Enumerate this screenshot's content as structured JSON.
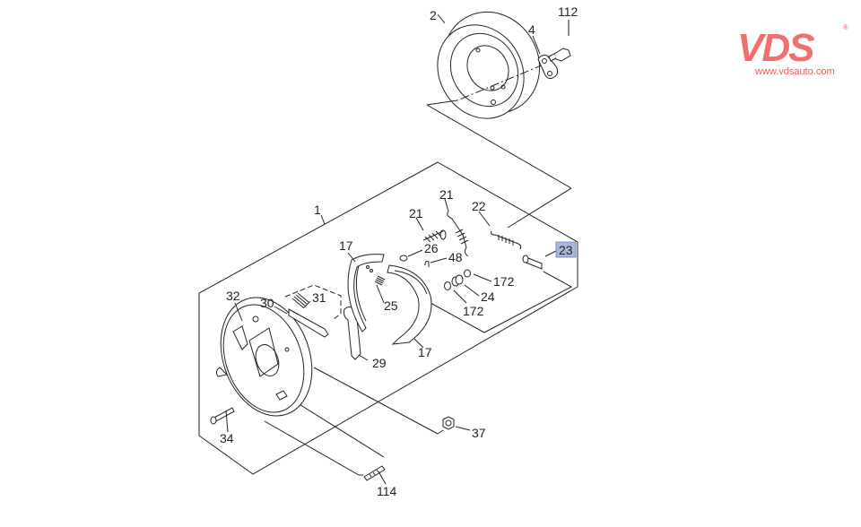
{
  "logo": {
    "brand": "VDS",
    "registered_mark": "®",
    "url": "www.vdsauto.com",
    "color": "#f07070"
  },
  "diagram": {
    "highlight_color": "#aab6dc",
    "callouts": [
      {
        "id": "c2",
        "text": "2"
      },
      {
        "id": "c4",
        "text": "4"
      },
      {
        "id": "c112",
        "text": "112"
      },
      {
        "id": "c1",
        "text": "1"
      },
      {
        "id": "c21a",
        "text": "21"
      },
      {
        "id": "c21b",
        "text": "21"
      },
      {
        "id": "c22",
        "text": "22"
      },
      {
        "id": "c23",
        "text": "23",
        "highlighted": true
      },
      {
        "id": "c17a",
        "text": "17"
      },
      {
        "id": "c26",
        "text": "26"
      },
      {
        "id": "c48",
        "text": "48"
      },
      {
        "id": "c172a",
        "text": "172"
      },
      {
        "id": "c24",
        "text": "24"
      },
      {
        "id": "c172b",
        "text": "172"
      },
      {
        "id": "c25",
        "text": "25"
      },
      {
        "id": "c31",
        "text": "31"
      },
      {
        "id": "c30",
        "text": "30"
      },
      {
        "id": "c32",
        "text": "32"
      },
      {
        "id": "c29",
        "text": "29"
      },
      {
        "id": "c17b",
        "text": "17"
      },
      {
        "id": "c34",
        "text": "34"
      },
      {
        "id": "c37",
        "text": "37"
      },
      {
        "id": "c114",
        "text": "114"
      }
    ]
  }
}
